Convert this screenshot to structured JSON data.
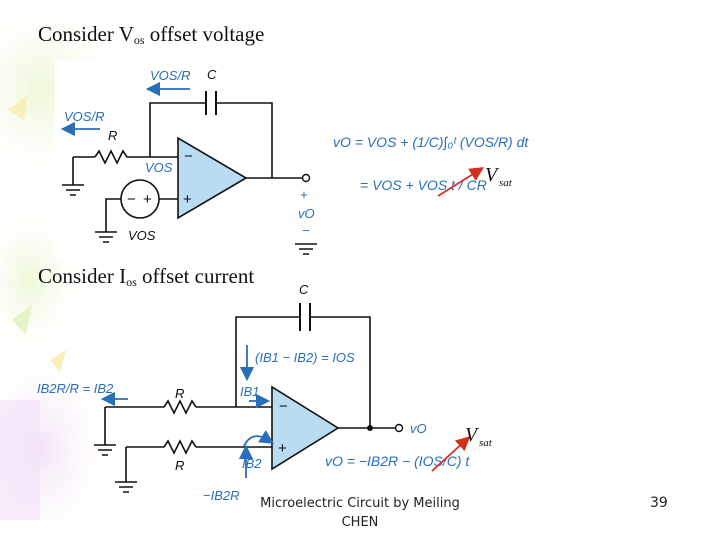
{
  "slide": {
    "heading1": {
      "prefix": "Consider V",
      "sub": "os",
      "suffix": " offset voltage"
    },
    "heading2": {
      "prefix": "Consider I",
      "sub": "os",
      "suffix": " offset current"
    },
    "footer": "Microelectric Circuit by Meiling CHEN",
    "page_number": "39"
  },
  "circuit1": {
    "label_feedback_current": "VOS/R",
    "label_cap": "C",
    "label_input_current": "VOS/R",
    "label_R": "R",
    "label_vos_node": "VOS",
    "label_source": "VOS",
    "label_minus": "−",
    "label_plus": "+",
    "label_out_plus": "+",
    "label_out_vo": "vO",
    "label_out_minus": "−",
    "eq_line1": "vO = VOS + (1/C)∫₀ᵗ (VOS/R) dt",
    "eq_line2": "= VOS + VOS t / CR",
    "vsat": "V",
    "vsat_sub": "sat"
  },
  "circuit2": {
    "label_cap": "C",
    "label_ib_eq": "(IB1 − IB2) = IOS",
    "label_left_eq": "IB2R/R = IB2",
    "label_R_top": "R",
    "label_R_bottom": "R",
    "label_IB1": "IB1",
    "label_IB2": "IB2",
    "label_bottom_current": "−IB2R",
    "label_minus": "−",
    "label_plus": "+",
    "label_vo": "vO",
    "eq": "vO = −IB2R − (IOS/C) t",
    "vsat": "V",
    "vsat_sub": "sat"
  },
  "colors": {
    "accent_blue": "#2a6eb8",
    "arrow_red": "#d2301f",
    "opamp_fill": "#b9dcf2"
  }
}
